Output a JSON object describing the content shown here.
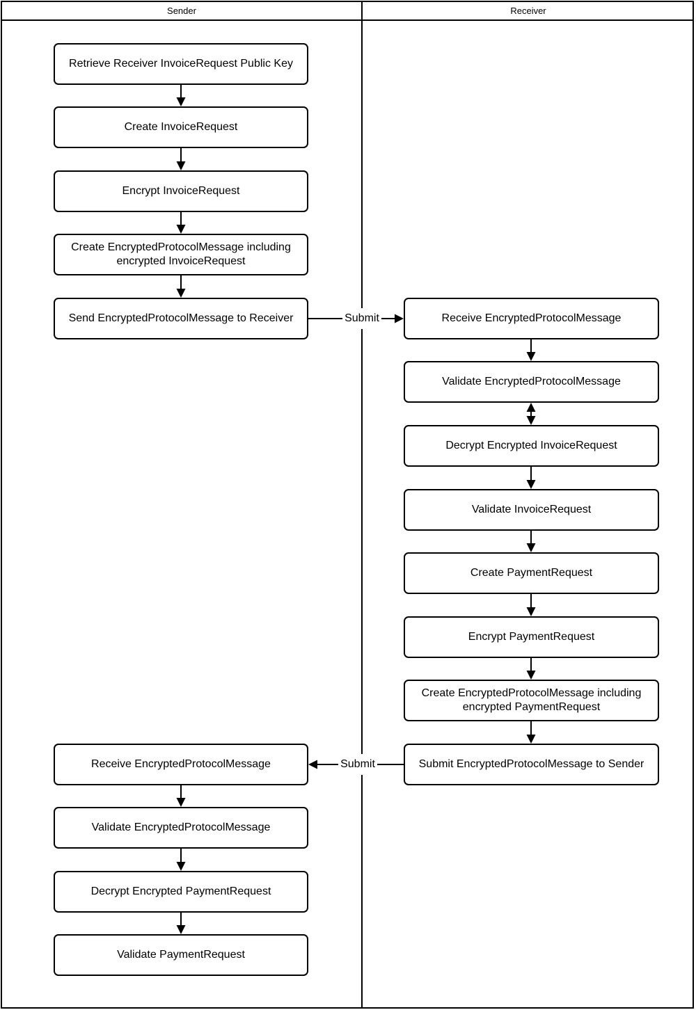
{
  "header": {
    "sender_lane": "Sender",
    "receiver_lane": "Receiver"
  },
  "nodes": {
    "s1": "Retrieve Receiver InvoiceRequest Public Key",
    "s2": "Create InvoiceRequest",
    "s3": "Encrypt InvoiceRequest",
    "s4": "Create EncryptedProtocolMessage including encrypted InvoiceRequest",
    "s5": "Send EncryptedProtocolMessage to Receiver",
    "s6": "Receive EncryptedProtocolMessage",
    "s7": "Validate EncryptedProtocolMessage",
    "s8": "Decrypt Encrypted PaymentRequest",
    "s9": "Validate PaymentRequest",
    "r1": "Receive EncryptedProtocolMessage",
    "r2": "Validate EncryptedProtocolMessage",
    "r3": "Decrypt Encrypted InvoiceRequest",
    "r4": "Validate InvoiceRequest",
    "r5": "Create PaymentRequest",
    "r6": "Encrypt PaymentRequest",
    "r7": "Create EncryptedProtocolMessage including encrypted PaymentRequest",
    "r8": "Submit EncryptedProtocolMessage to Sender"
  },
  "edge_labels": {
    "submit_to_receiver": "Submit",
    "submit_to_sender": "Submit"
  },
  "edges": [
    {
      "from": "s1",
      "to": "s2",
      "type": "down"
    },
    {
      "from": "s2",
      "to": "s3",
      "type": "down"
    },
    {
      "from": "s3",
      "to": "s4",
      "type": "down"
    },
    {
      "from": "s4",
      "to": "s5",
      "type": "down"
    },
    {
      "from": "s5",
      "to": "r1",
      "type": "right",
      "label": "Submit"
    },
    {
      "from": "r1",
      "to": "r2",
      "type": "down"
    },
    {
      "from": "r2",
      "to": "r3",
      "type": "down",
      "bidirectional": true
    },
    {
      "from": "r3",
      "to": "r4",
      "type": "down"
    },
    {
      "from": "r4",
      "to": "r5",
      "type": "down"
    },
    {
      "from": "r5",
      "to": "r6",
      "type": "down"
    },
    {
      "from": "r6",
      "to": "r7",
      "type": "down"
    },
    {
      "from": "r7",
      "to": "r8",
      "type": "down"
    },
    {
      "from": "r8",
      "to": "s6",
      "type": "left",
      "label": "Submit"
    },
    {
      "from": "s6",
      "to": "s7",
      "type": "down"
    },
    {
      "from": "s7",
      "to": "s8",
      "type": "down"
    },
    {
      "from": "s8",
      "to": "s9",
      "type": "down"
    }
  ],
  "colors": {
    "stroke": "#000000",
    "background": "#ffffff"
  }
}
